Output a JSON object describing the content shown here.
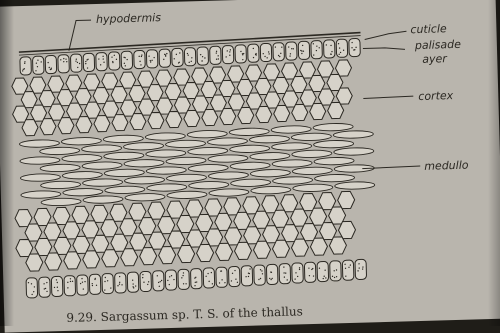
{
  "labels": {
    "hypodermis": "hypodermis",
    "cuticle": "cuticle",
    "palisade": "palisade",
    "layer": "ayer",
    "cortex": "cortex",
    "medulla": "medullo"
  },
  "caption": "9.29. Sargassum sp.  T. S. of the thallus",
  "colors": {
    "paper": "#b9b5ad",
    "ink": "#2b2822",
    "cell_fill": "#d6d2c9"
  }
}
